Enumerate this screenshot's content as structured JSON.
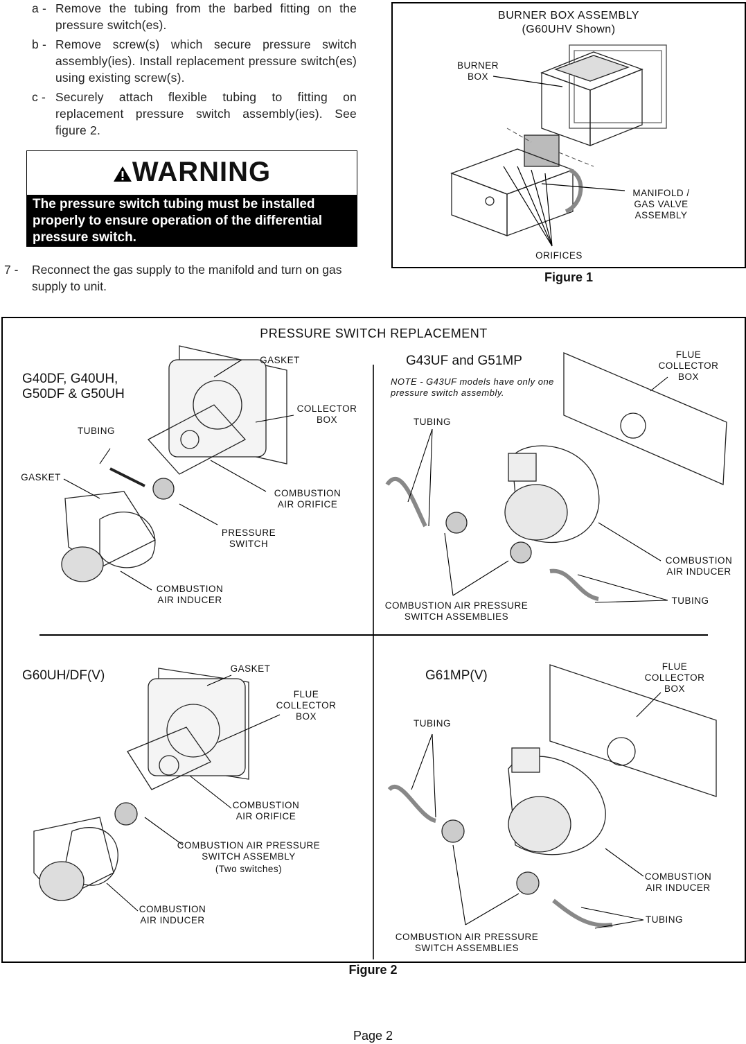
{
  "instructions": {
    "a": {
      "mark": "a -",
      "text": "Remove the tubing from the barbed fitting on the pressure switch(es)."
    },
    "b": {
      "mark": "b -",
      "text": "Remove screw(s) which secure pressure switch assembly(ies). Install replacement pressure switch(es) using existing screw(s)."
    },
    "c": {
      "mark": "c -",
      "text": "Securely attach flexible tubing to fitting on replacement pressure switch assembly(ies). See figure 2."
    },
    "step7": {
      "mark": "7 -",
      "text": "Reconnect the gas supply to the manifold and turn on gas supply to unit."
    }
  },
  "warning": {
    "icon": "warning-triangle-icon",
    "title": "WARNING",
    "text": "The pressure switch tubing must be installed properly to ensure operation of the differential pressure switch."
  },
  "figure1": {
    "title": "BURNER BOX ASSEMBLY",
    "subtitle": "(G60UHV Shown)",
    "label_burner_box": "BURNER BOX",
    "label_manifold": "MANIFOLD / GAS VALVE ASSEMBLY",
    "label_orifices": "ORIFICES",
    "caption": "Figure 1"
  },
  "figure2": {
    "title": "PRESSURE SWITCH REPLACEMENT",
    "caption": "Figure 2",
    "q1": {
      "model": "G40DF, G40UH, G50DF & G50UH",
      "gasket_top": "GASKET",
      "collector_box": "COLLECTOR BOX",
      "tubing": "TUBING",
      "gasket_left": "GASKET",
      "orifice": "COMBUSTION AIR ORIFICE",
      "switch": "PRESSURE SWITCH",
      "inducer": "COMBUSTION AIR INDUCER"
    },
    "q2": {
      "model": "G43UF and G51MP",
      "note": "NOTE - G43UF models have only one pressure switch assembly.",
      "flue": "FLUE COLLECTOR BOX",
      "tubing": "TUBING",
      "inducer": "COMBUSTION AIR INDUCER",
      "tubing2": "TUBING",
      "switches": "COMBUSTION AIR PRESSURE SWITCH ASSEMBLIES"
    },
    "q3": {
      "model": "G60UH/DF(V)",
      "gasket": "GASKET",
      "flue": "FLUE COLLECTOR BOX",
      "orifice": "COMBUSTION AIR ORIFICE",
      "switch": "COMBUSTION AIR PRESSURE SWITCH ASSEMBLY",
      "switch_note": "(Two switches)",
      "inducer": "COMBUSTION AIR INDUCER"
    },
    "q4": {
      "model": "G61MP(V)",
      "flue": "FLUE COLLECTOR BOX",
      "tubing": "TUBING",
      "inducer": "COMBUSTION AIR INDUCER",
      "tubing2": "TUBING",
      "switches": "COMBUSTION AIR PRESSURE SWITCH ASSEMBLIES"
    }
  },
  "page": {
    "number": "Page 2"
  }
}
